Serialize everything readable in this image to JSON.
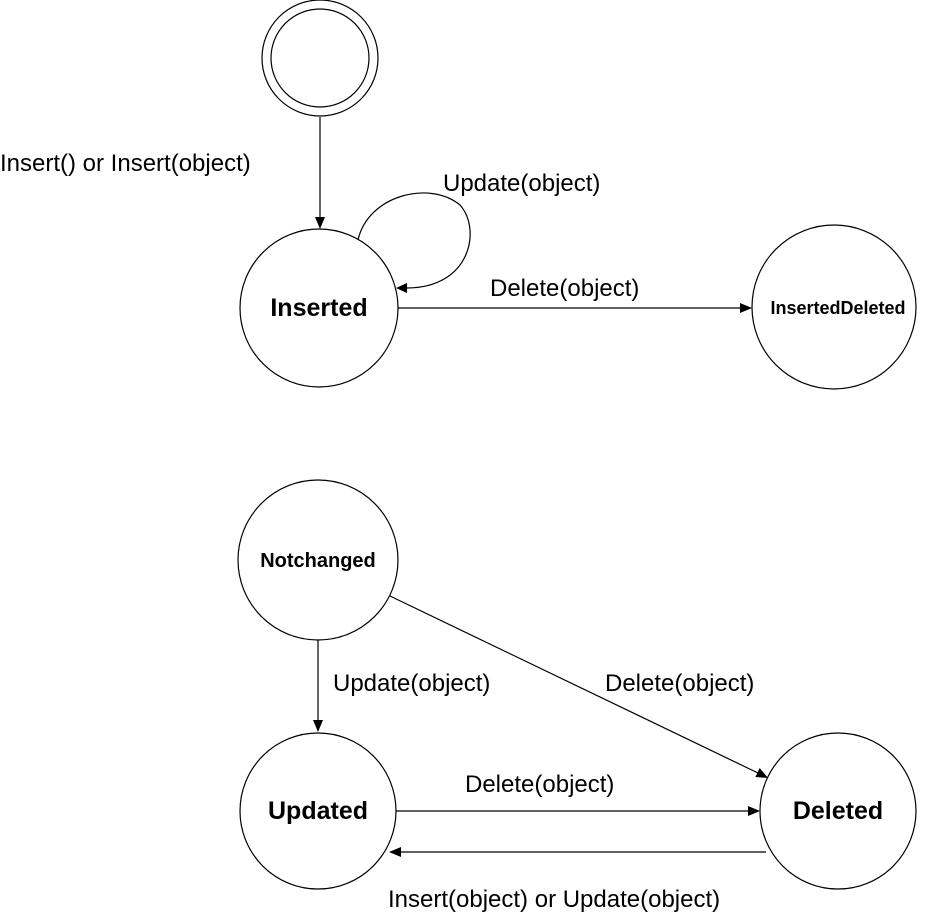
{
  "states": {
    "initial": {
      "label": ""
    },
    "inserted": {
      "label": "Inserted"
    },
    "inserted_deleted": {
      "label": "InsertedDeleted"
    },
    "notchanged": {
      "label": "Notchanged"
    },
    "updated": {
      "label": "Updated"
    },
    "deleted": {
      "label": "Deleted"
    }
  },
  "transitions": {
    "initial_to_inserted": {
      "label": "Insert() or Insert(object)"
    },
    "inserted_self": {
      "label": "Update(object)"
    },
    "inserted_to_inserted_deleted": {
      "label": "Delete(object)"
    },
    "notchanged_to_updated": {
      "label": "Update(object)"
    },
    "notchanged_to_deleted": {
      "label": "Delete(object)"
    },
    "updated_to_deleted": {
      "label": "Delete(object)"
    },
    "deleted_to_updated": {
      "label": "Insert(object) or Update(object)"
    }
  }
}
